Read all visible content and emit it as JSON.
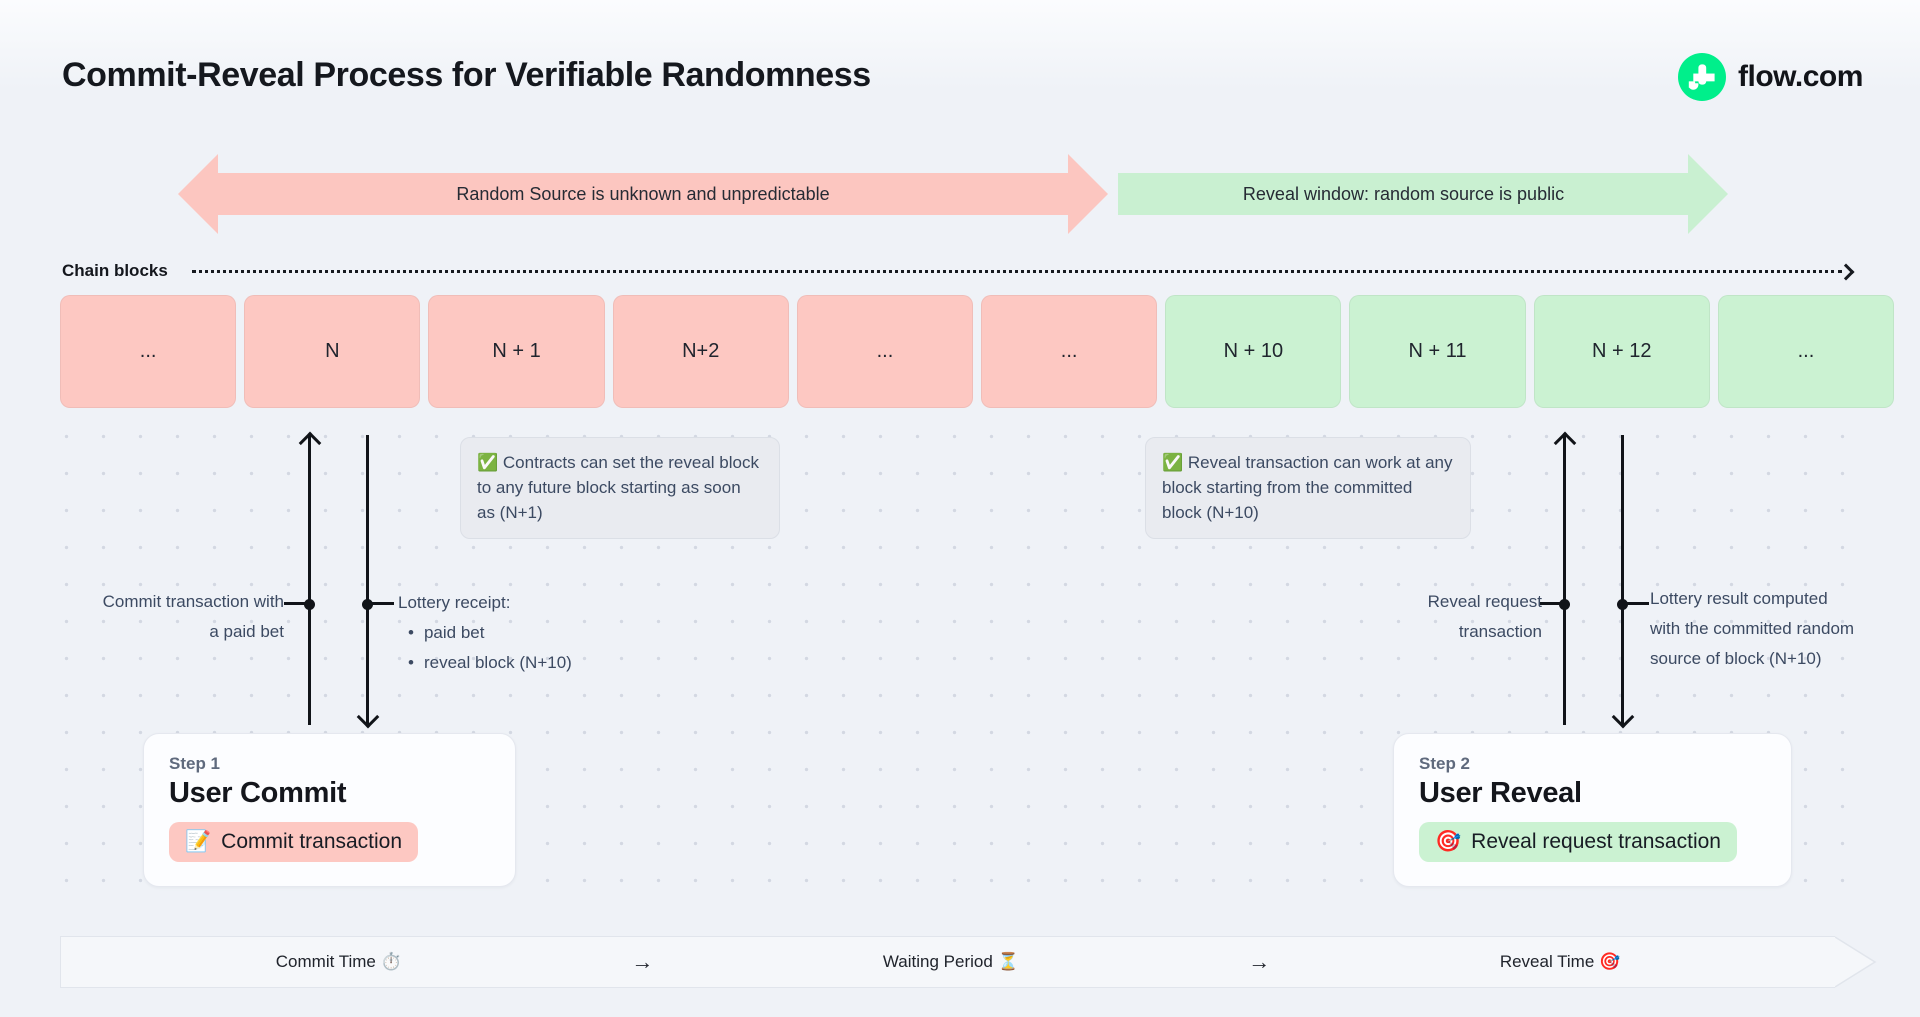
{
  "header": {
    "title": "Commit-Reveal Process for Verifiable Randomness",
    "brand": "flow.com"
  },
  "phase_bands": {
    "commit_label": "Random Source is unknown and unpredictable",
    "reveal_label": "Reveal window: random source is public"
  },
  "chain": {
    "label": "Chain blocks",
    "blocks": [
      {
        "label": "...",
        "phase": "commit"
      },
      {
        "label": "N",
        "phase": "commit"
      },
      {
        "label": "N + 1",
        "phase": "commit"
      },
      {
        "label": "N+2",
        "phase": "commit"
      },
      {
        "label": "...",
        "phase": "commit"
      },
      {
        "label": "...",
        "phase": "commit"
      },
      {
        "label": "N + 10",
        "phase": "reveal"
      },
      {
        "label": "N + 11",
        "phase": "reveal"
      },
      {
        "label": "N + 12",
        "phase": "reveal"
      },
      {
        "label": "...",
        "phase": "reveal"
      }
    ]
  },
  "notes": {
    "commit": {
      "icon": "✅",
      "text": "Contracts can set the reveal block to any future block starting as soon as (N+1)"
    },
    "reveal": {
      "icon": "✅",
      "text": "Reveal transaction can work at any block starting from the committed block (N+10)"
    }
  },
  "flows": {
    "commit_tx_label": "Commit transaction with a paid bet",
    "receipt": {
      "title": "Lottery receipt:",
      "items": [
        "paid bet",
        "reveal block (N+10)"
      ]
    },
    "reveal_tx_label": "Reveal request transaction",
    "result_label": "Lottery result computed with the committed random source of block (N+10)"
  },
  "steps": {
    "commit": {
      "step": "Step 1",
      "title": "User Commit",
      "pill_icon": "📝",
      "pill_label": "Commit transaction"
    },
    "reveal": {
      "step": "Step 2",
      "title": "User Reveal",
      "pill_icon": "🎯",
      "pill_label": "Reveal request transaction"
    }
  },
  "timeline": {
    "separator": "→",
    "stages": [
      {
        "icon": "⏱️",
        "label": "Commit Time"
      },
      {
        "icon": "⏳",
        "label": "Waiting Period"
      },
      {
        "icon": "🎯",
        "label": "Reveal Time"
      }
    ]
  },
  "colors": {
    "commit_phase": "#fdc8c2",
    "reveal_phase": "#cbf2d2",
    "brand_green": "#00ef8b",
    "note_bg": "#e9ebf0",
    "background": "#eff2f7"
  }
}
